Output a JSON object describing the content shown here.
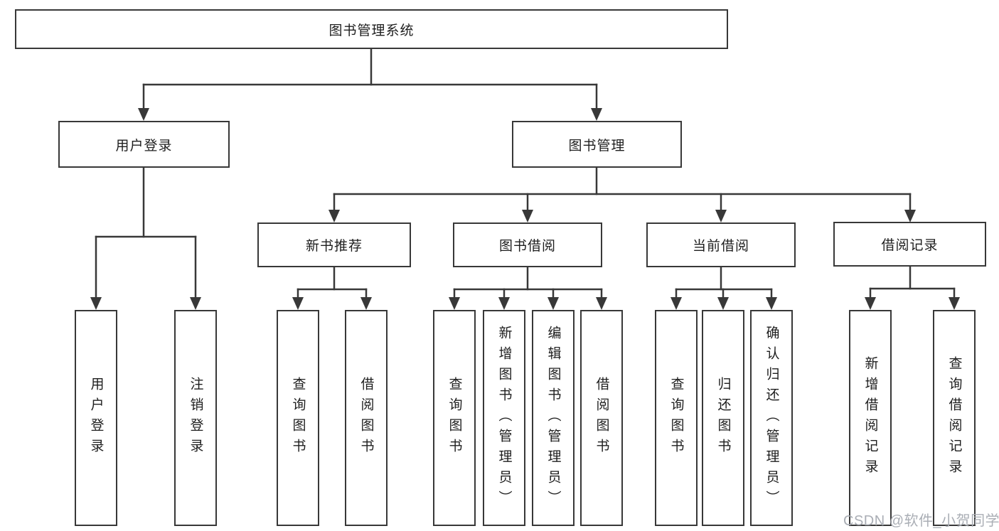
{
  "diagram": {
    "root": {
      "label": "图书管理系统"
    },
    "level2": [
      {
        "label": "用户登录"
      },
      {
        "label": "图书管理"
      }
    ],
    "level3": [
      {
        "label": "新书推荐",
        "parent": "图书管理"
      },
      {
        "label": "图书借阅",
        "parent": "图书管理"
      },
      {
        "label": "当前借阅",
        "parent": "图书管理"
      },
      {
        "label": "借阅记录",
        "parent": "图书管理"
      }
    ],
    "leaves": [
      {
        "label": "用户登录",
        "parent": "用户登录"
      },
      {
        "label": "注销登录",
        "parent": "用户登录"
      },
      {
        "label": "查询图书",
        "parent": "新书推荐"
      },
      {
        "label": "借阅图书",
        "parent": "新书推荐"
      },
      {
        "label": "查询图书",
        "parent": "图书借阅"
      },
      {
        "label": "新增图书（管理员）",
        "parent": "图书借阅"
      },
      {
        "label": "编辑图书（管理员）",
        "parent": "图书借阅"
      },
      {
        "label": "借阅图书",
        "parent": "图书借阅"
      },
      {
        "label": "查询图书",
        "parent": "当前借阅"
      },
      {
        "label": "归还图书",
        "parent": "当前借阅"
      },
      {
        "label": "确认归还（管理员）",
        "parent": "当前借阅"
      },
      {
        "label": "新增借阅记录",
        "parent": "借阅记录"
      },
      {
        "label": "查询借阅记录",
        "parent": "借阅记录"
      }
    ],
    "watermark": "CSDN @软件_小贺同学",
    "colors": {
      "line": "#383838",
      "text": "#1e1e1e",
      "watermark": "#aaaeb5",
      "background": "#ffffff"
    }
  }
}
